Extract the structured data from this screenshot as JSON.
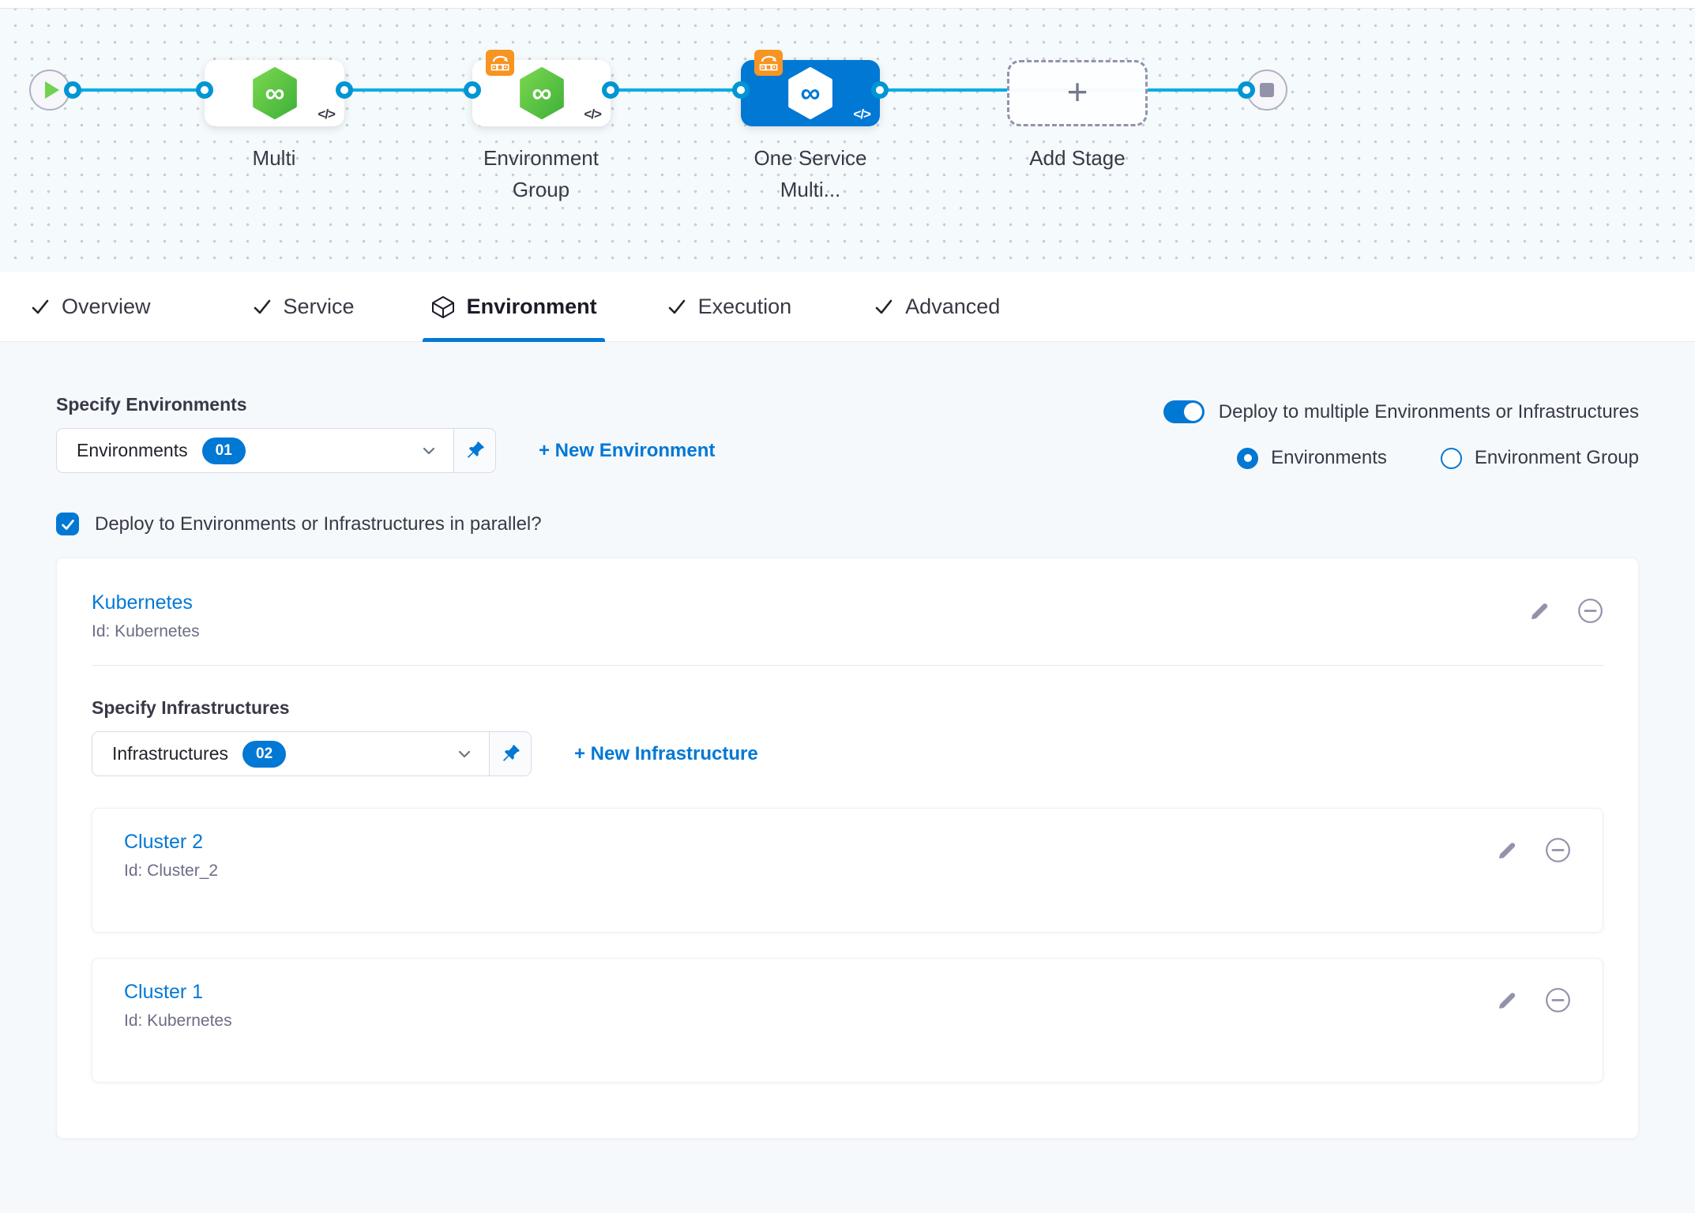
{
  "colors": {
    "primary_blue": "#0278d5",
    "connector_line_blue": "#00ade4",
    "cd_green": "#4dc244",
    "rollback_badge_orange": "#f79422",
    "icon_gray": "#9293ab",
    "text_dark": "#383946",
    "text_muted": "#6b6d85"
  },
  "pipeline": {
    "nodes": [
      {
        "label": "Multi",
        "selected": false,
        "code_glyph": "</>"
      },
      {
        "label": "Environment Group",
        "selected": false,
        "code_glyph": "</>"
      },
      {
        "label": "One Service Multi...",
        "selected": true,
        "code_glyph": "</>"
      },
      {
        "label": "Add Stage",
        "type": "add-stage",
        "plus_glyph": "+"
      }
    ]
  },
  "tabs": {
    "active": "Environment",
    "items": [
      {
        "label": "Overview"
      },
      {
        "label": "Service"
      },
      {
        "label": "Environment"
      },
      {
        "label": "Execution"
      },
      {
        "label": "Advanced"
      }
    ]
  },
  "environment_form": {
    "specify_environments_label": "Specify Environments",
    "environments_select": {
      "value": "Environments",
      "count_badge": "01"
    },
    "new_environment_link": "+ New Environment",
    "deploy_multiple_toggle_label": "Deploy to multiple Environments or Infrastructures",
    "radio_environments_label": "Environments",
    "radio_environment_group_label": "Environment Group",
    "parallel_checkbox_label": "Deploy to Environments or Infrastructures in parallel?"
  },
  "environment_card": {
    "title": "Kubernetes",
    "id": "Id: Kubernetes",
    "specify_infrastructures_label": "Specify Infrastructures",
    "infrastructures_select": {
      "value": "Infrastructures",
      "count_badge": "02"
    },
    "new_infrastructure_link": "+ New Infrastructure",
    "infrastructures": [
      {
        "title": "Cluster 2",
        "id": "Id: Cluster_2"
      },
      {
        "title": "Cluster 1",
        "id": "Id: Kubernetes"
      }
    ]
  }
}
